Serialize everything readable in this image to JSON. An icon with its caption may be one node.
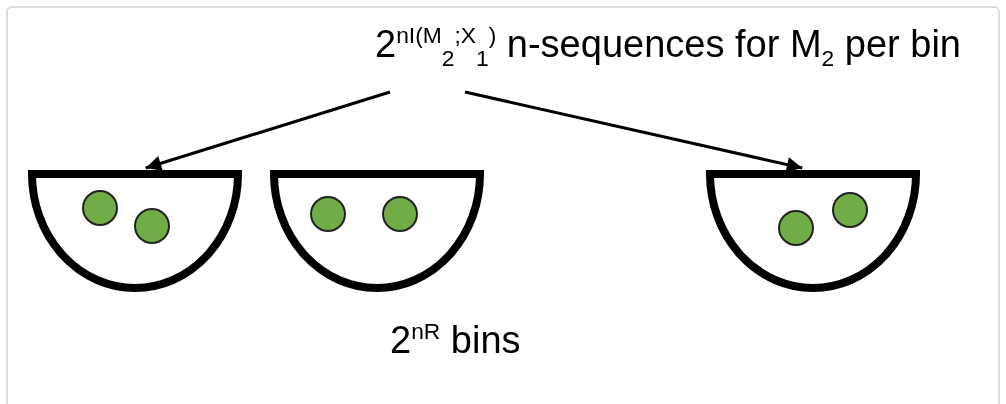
{
  "diagram": {
    "nodes": [
      {
        "text": [
          "2$^{nI(M}$$_{2}$$^{;X}$$_{1}$$^{)}$ n-sequences for M$_{2}$ per bin"
        ]
      },
      {
        "text": [],
        "shape": "bowl"
      },
      {
        "text": [],
        "shape": "bowl"
      },
      {
        "text": [],
        "shape": "bowl"
      },
      {
        "text": [],
        "shape": "circle",
        "in": 1
      },
      {
        "text": [],
        "shape": "circle",
        "in": 1
      },
      {
        "text": [],
        "shape": "circle",
        "in": 2
      },
      {
        "text": [],
        "shape": "circle",
        "in": 2
      },
      {
        "text": [],
        "shape": "circle",
        "in": 3
      },
      {
        "text": [],
        "shape": "circle",
        "in": 3
      }
    ],
    "edges": [
      {
        "from": 0,
        "to": 1,
        "arrow": "to"
      },
      {
        "from": 0,
        "to": 3,
        "arrow": "to"
      }
    ],
    "labels": [
      "2$^{nR}$ bins"
    ]
  }
}
